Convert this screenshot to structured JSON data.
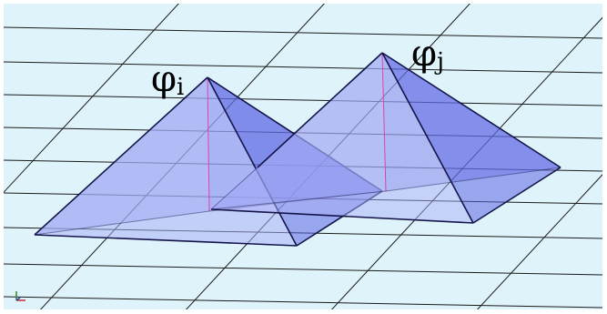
{
  "diagram": {
    "labels": {
      "phi_main": "φ",
      "sub_i": "i",
      "sub_j": "j"
    },
    "colors": {
      "background": "#dff3fb",
      "grid_line": "#1a1a1a",
      "pyramid_face_left": "#8e96f2",
      "pyramid_face_right": "#6f78e8",
      "pyramid_face_front": "#a9b0f6",
      "edge": "#14144a",
      "center_line": "#e040b0"
    },
    "icons": {
      "axis_indicator": "axis-triad-icon"
    }
  }
}
